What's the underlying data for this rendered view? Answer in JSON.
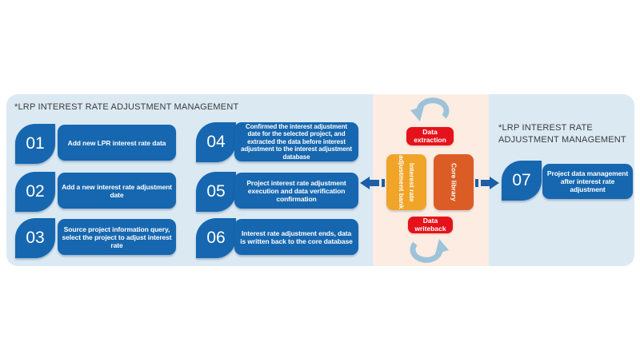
{
  "left_section": {
    "title": "*LRP INTEREST RATE ADJUSTMENT MANAGEMENT",
    "steps": [
      {
        "number": "01",
        "text": "Add new LPR interest rate data"
      },
      {
        "number": "02",
        "text": "Add a new interest rate adjustment date"
      },
      {
        "number": "03",
        "text": "Source project information query, select the project to adjust interest rate"
      },
      {
        "number": "04",
        "text": "Confirmed the interest adjustment date for the selected project, and extracted the data before interest adjustment to the interest adjustment database"
      },
      {
        "number": "05",
        "text": "Project interest rate adjustment execution and data verification confirmation"
      },
      {
        "number": "06",
        "text": "Interest rate adjustment ends, data is written back to the core database"
      }
    ]
  },
  "center_section": {
    "data_extraction": "Data extraction",
    "interest_rate_adjustment_bank": "Interest rate adjustment bank",
    "core_library": "Core library",
    "data_writeback": "Data writeback"
  },
  "right_section": {
    "title": "*LRP INTEREST RATE ADJUSTMENT MANAGEMENT",
    "step": {
      "number": "07",
      "text": "Project data management after interest rate adjustment"
    }
  },
  "colors": {
    "panel_blue": "#dbe9f3",
    "band_pink": "#fcece2",
    "step_blue": "#1667af",
    "flow_arrow_blue": "#1c5fa6",
    "cycle_arrow_blue": "#9cc3d9",
    "tag_red": "#e5121b",
    "bank_orange": "#f0a428",
    "core_orange": "#dc5c26",
    "title_gray": "#3a3a3a"
  }
}
